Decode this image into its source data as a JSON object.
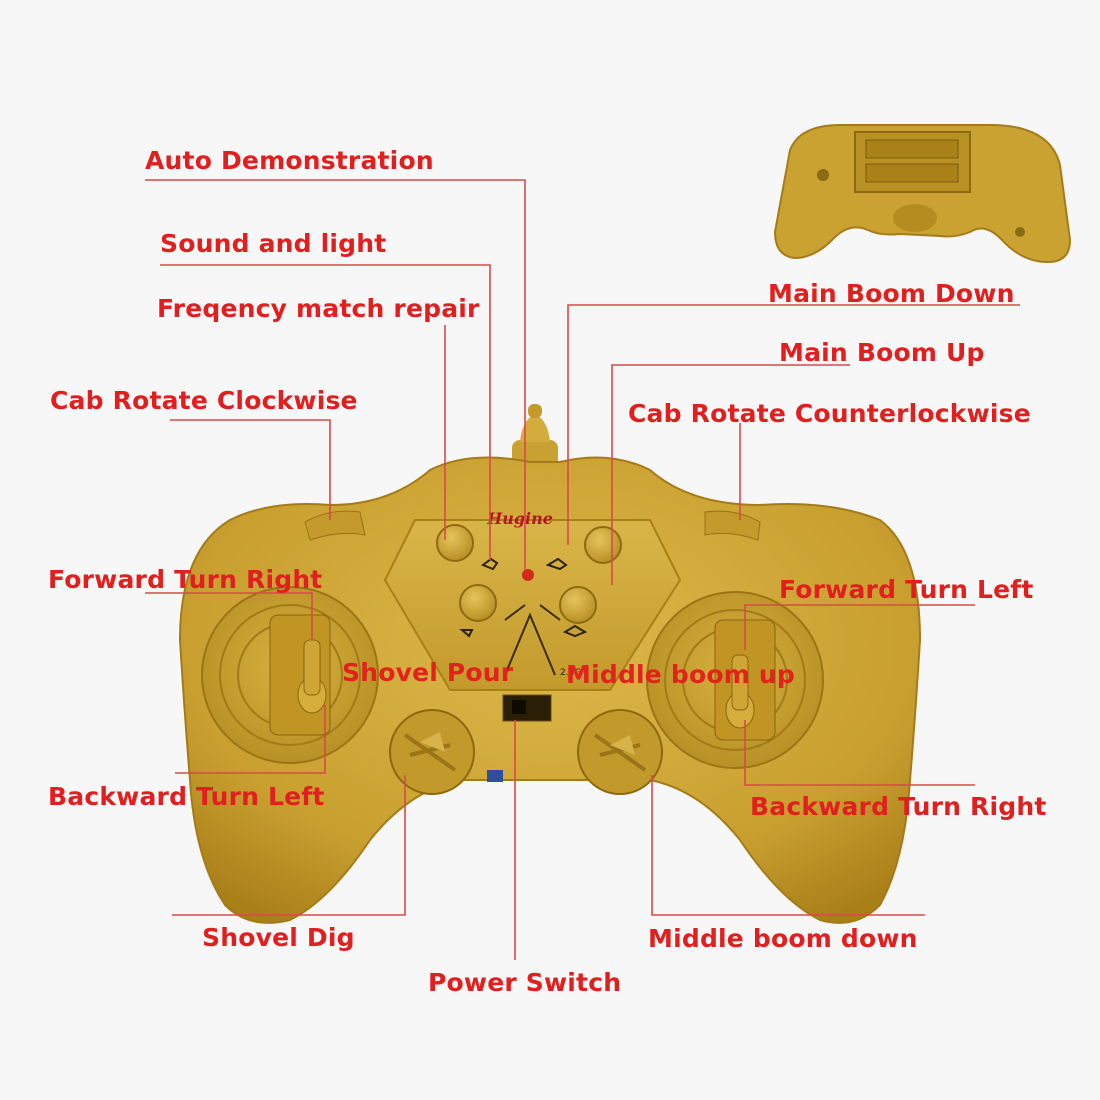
{
  "brand": "Hugine",
  "colors": {
    "background": "#f7f7f7",
    "label": "#e21f1f",
    "leader_line": "#d94a4a",
    "controller_body": "#d2aa3a",
    "controller_shade": "#b48c22"
  },
  "labels": {
    "auto_demonstration": "Auto Demonstration",
    "sound_and_light": "Sound and light",
    "frequency_match_repair": "Freqency match repair",
    "cab_rotate_clockwise": "Cab Rotate Clockwise",
    "main_boom_down": "Main Boom Down",
    "main_boom_up": "Main Boom Up",
    "cab_rotate_counterclockwise": "Cab Rotate Counterlockwise",
    "forward_turn_right": "Forward Turn Right",
    "forward_turn_left": "Forward Turn Left",
    "shovel_pour": "Shovel Pour",
    "middle_boom_up": "Middle boom up",
    "backward_turn_left": "Backward Turn Left",
    "backward_turn_right": "Backward Turn Right",
    "shovel_dig": "Shovel Dig",
    "middle_boom_down": "Middle boom down",
    "power_switch": "Power Switch"
  },
  "panel_marks": {
    "frequency": "2.4G"
  },
  "icons": [
    "battery-compartment-icon",
    "antenna-icon",
    "indicator-led-icon",
    "joystick-icon",
    "thumb-dial-icon",
    "power-switch-icon"
  ]
}
